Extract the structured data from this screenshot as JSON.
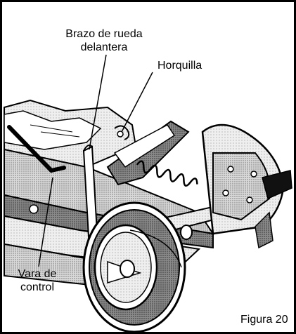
{
  "callouts": {
    "arm_line1": "Brazo de rueda",
    "arm_line2": "delantera",
    "fork": "Horquilla",
    "rod_line1": "Vara de",
    "rod_line2": "control"
  },
  "figure_caption": "Figura 20",
  "icons": [
    "mower-front-wheel-illustration",
    "wheel-icon",
    "spring-icon",
    "leader-line"
  ],
  "colors": {
    "ink": "#000000",
    "paper": "#ffffff",
    "shade": "#9a9a9a"
  }
}
